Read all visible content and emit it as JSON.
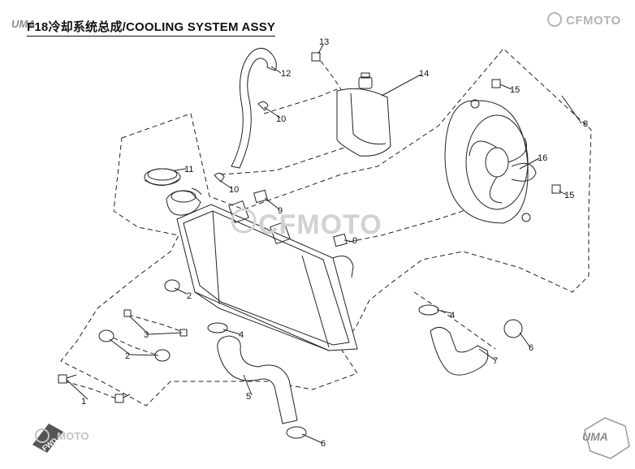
{
  "title": "F18冷却系统总成/COOLING SYSTEM ASSY",
  "brand_top_right": "CFMOTO",
  "brand_bottom_left": "MOTO",
  "watermark": "CFMOTO",
  "uma_bottom_right": "UMA",
  "uma_top_left": "UMA",
  "fwd_label": "FWD",
  "callouts": [
    "1",
    "2",
    "2",
    "2",
    "3",
    "4",
    "4",
    "5",
    "6",
    "6",
    "7",
    "8",
    "9",
    "9",
    "10",
    "10",
    "11",
    "12",
    "13",
    "14",
    "15",
    "15",
    "16"
  ],
  "colors": {
    "line": "#222222",
    "watermark": "#d2d2d2",
    "brand": "#b4b4b4"
  }
}
